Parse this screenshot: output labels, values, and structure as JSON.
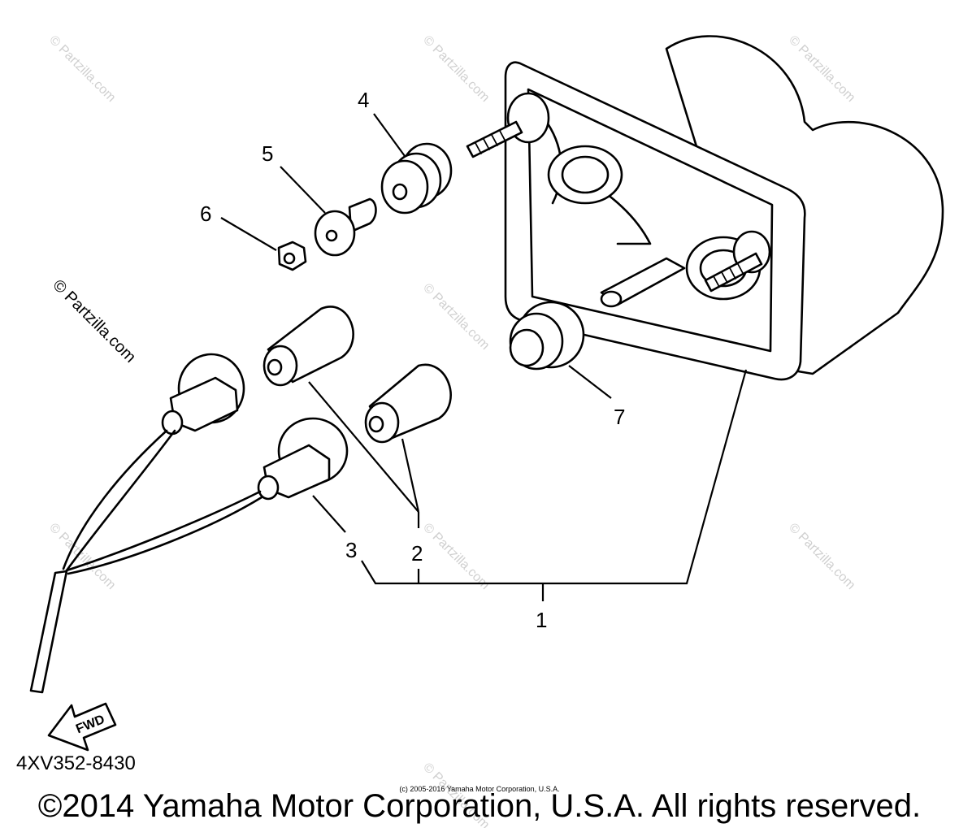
{
  "watermark": "© Partzilla.com",
  "callouts": {
    "part_1": "1",
    "part_2": "2",
    "part_3": "3",
    "part_4": "4",
    "part_5": "5",
    "part_6": "6",
    "part_7": "7"
  },
  "direction_label": "FWD",
  "diagram_code": "4XV352-8430",
  "copyright_main": "©2014 Yamaha Motor Corporation, U.S.A. All rights reserved.",
  "copyright_small": "(c) 2005-2016 Yamaha Motor Corporation, U.S.A."
}
